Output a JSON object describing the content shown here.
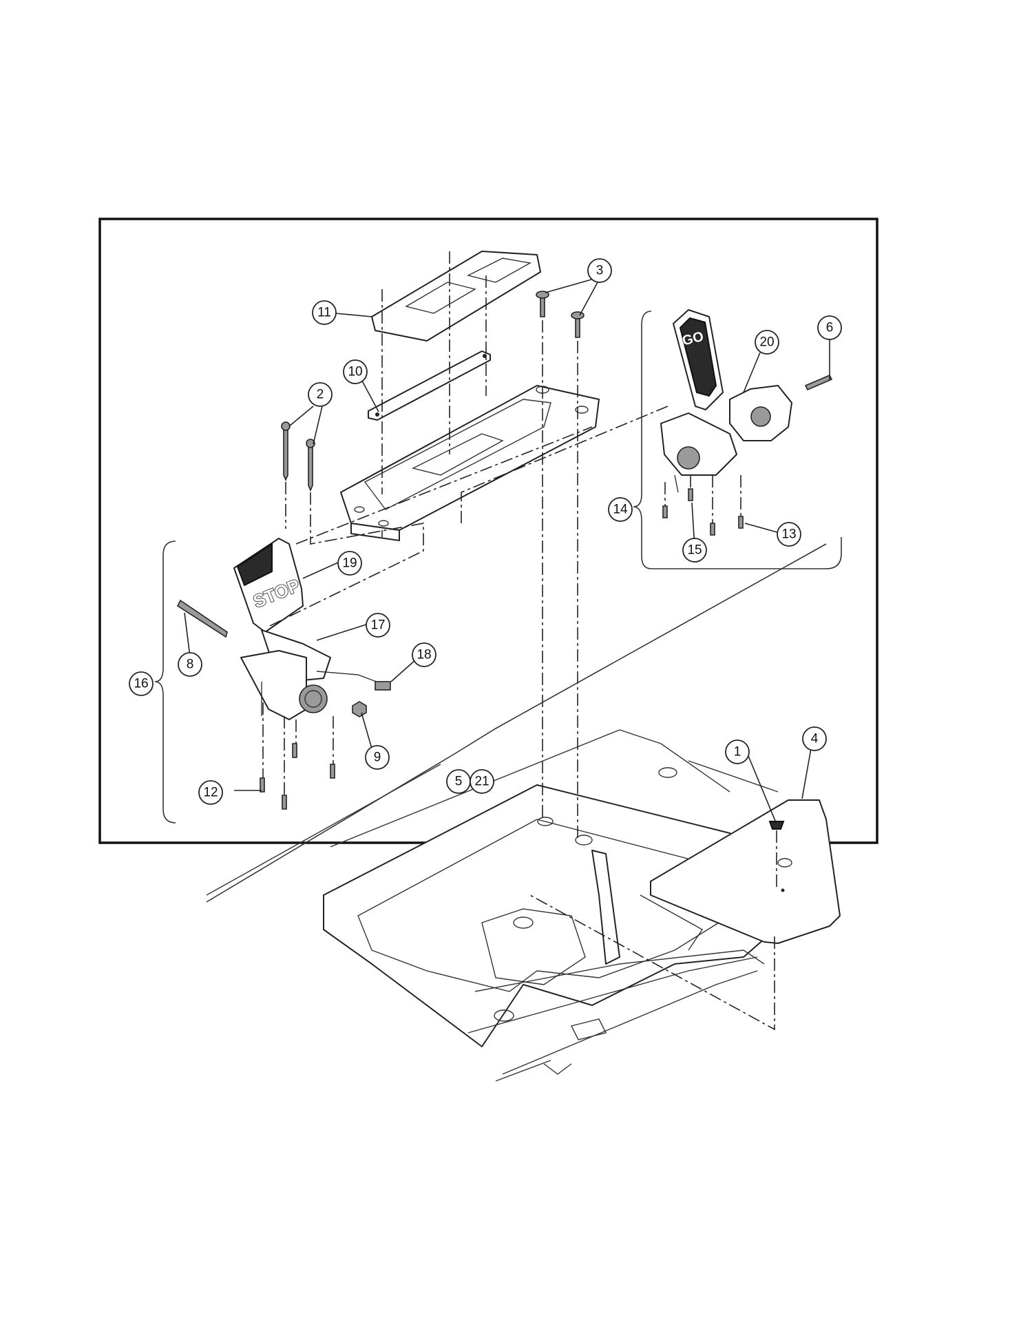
{
  "diagram": {
    "pedal_decals": {
      "brake": "STOP",
      "accelerator": "GO"
    },
    "callouts": [
      {
        "id": "c1",
        "label": "1"
      },
      {
        "id": "c2",
        "label": "2"
      },
      {
        "id": "c3",
        "label": "3"
      },
      {
        "id": "c4",
        "label": "4"
      },
      {
        "id": "c5",
        "label": "5"
      },
      {
        "id": "c6",
        "label": "6"
      },
      {
        "id": "c8",
        "label": "8"
      },
      {
        "id": "c9",
        "label": "9"
      },
      {
        "id": "c10",
        "label": "10"
      },
      {
        "id": "c11",
        "label": "11"
      },
      {
        "id": "c12",
        "label": "12"
      },
      {
        "id": "c13",
        "label": "13"
      },
      {
        "id": "c14",
        "label": "14"
      },
      {
        "id": "c15",
        "label": "15"
      },
      {
        "id": "c16",
        "label": "16"
      },
      {
        "id": "c17",
        "label": "17"
      },
      {
        "id": "c18",
        "label": "18"
      },
      {
        "id": "c19",
        "label": "19"
      },
      {
        "id": "c20",
        "label": "20"
      },
      {
        "id": "c21",
        "label": "21"
      }
    ]
  }
}
